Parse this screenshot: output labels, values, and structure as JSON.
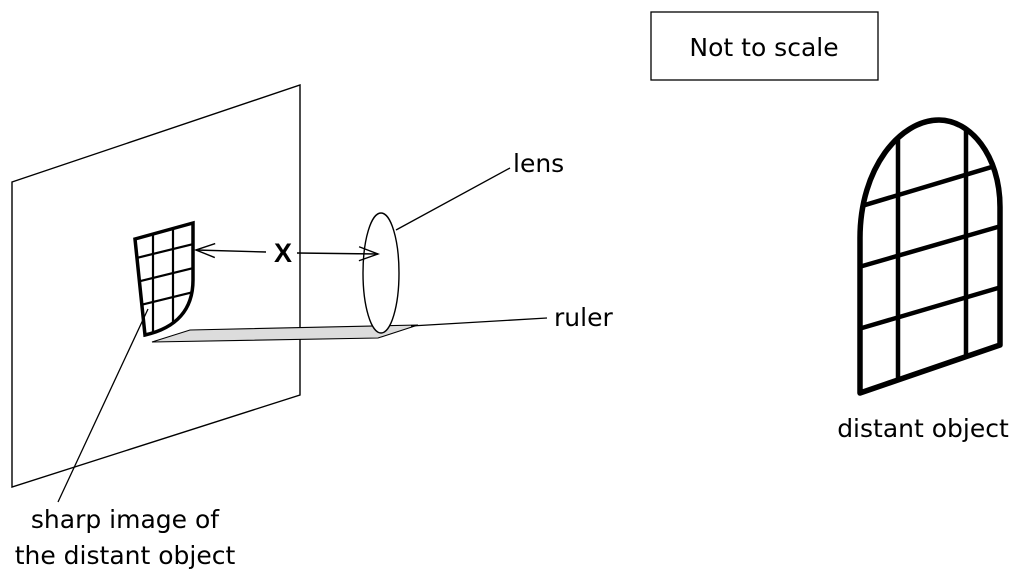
{
  "note_box": {
    "text": "Not to scale"
  },
  "labels": {
    "lens": "lens",
    "ruler": "ruler",
    "distance": "X",
    "image_line1": "sharp image of",
    "image_line2": "the distant object",
    "object": "distant object"
  },
  "colors": {
    "ruler_fill": "#dcdcdc",
    "stroke": "#000000",
    "background": "#ffffff"
  }
}
